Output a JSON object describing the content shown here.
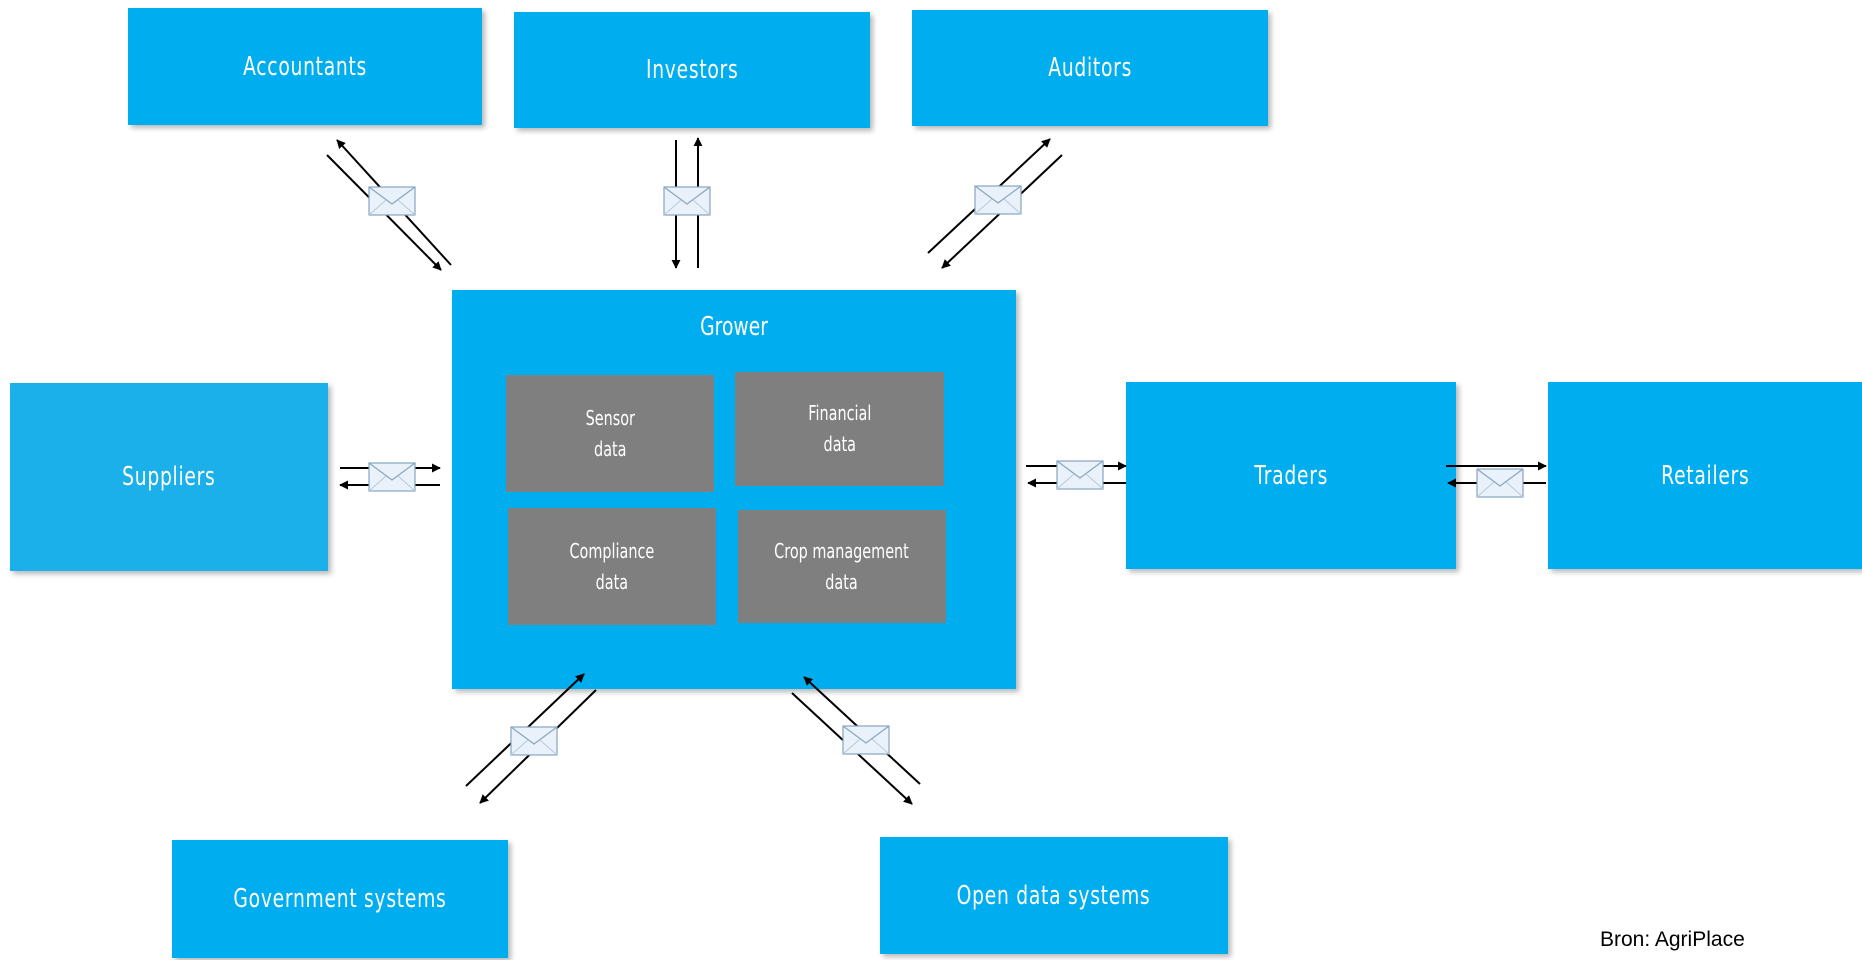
{
  "nodes": {
    "accountants": "Accountants",
    "investors": "Investors",
    "auditors": "Auditors",
    "suppliers": "Suppliers",
    "traders": "Traders",
    "retailers": "Retailers",
    "government": "Government systems",
    "open_data": "Open data systems"
  },
  "grower": {
    "title": "Grower",
    "sensor": "Sensor\ndata",
    "financial": "Financial\ndata",
    "compliance": "Compliance\ndata",
    "crop": "Crop management\ndata"
  },
  "icons": {
    "message": "envelope-icon",
    "arrow": "arrow-icon"
  },
  "colors": {
    "node": "#00aeef",
    "data_block": "#7f7f7f",
    "text": "#ffffff"
  },
  "source": "Bron: AgriPlace"
}
